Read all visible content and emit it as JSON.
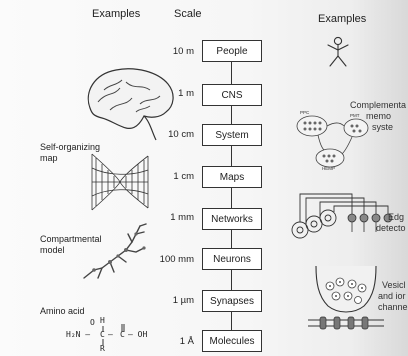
{
  "headers": {
    "left": "Examples",
    "scale": "Scale",
    "right": "Examples"
  },
  "levels": [
    {
      "scale": "10 m",
      "name": "People"
    },
    {
      "scale": "1 m",
      "name": "CNS"
    },
    {
      "scale": "10 cm",
      "name": "System"
    },
    {
      "scale": "1 cm",
      "name": "Maps"
    },
    {
      "scale": "1 mm",
      "name": "Networks"
    },
    {
      "scale": "100 mm",
      "name": "Neurons"
    },
    {
      "scale": "1 µm",
      "name": "Synapses"
    },
    {
      "scale": "1 Å",
      "name": "Molecules"
    }
  ],
  "left_examples": {
    "som_line1": "Self-organizing",
    "som_line2": "map",
    "comp_line1": "Compartmental",
    "comp_line2": "model",
    "amino": "Amino acid",
    "chem_h2n": "H₂N —",
    "chem_c1": "C",
    "chem_dash": "—",
    "chem_c2": "C",
    "chem_oh": "— OH",
    "chem_h": "H",
    "chem_r": "R",
    "chem_o": "O"
  },
  "right_examples": {
    "mem_line1": "Complementa",
    "mem_line2": "memo",
    "mem_line3": "syste",
    "edge_line1": "Edg",
    "edge_line2": "detecto",
    "ves_line1": "Vesicl",
    "ves_line2": "and ior",
    "ves_line3": "channe",
    "mini_ppc": "PPC",
    "mini_pmt": "PMT",
    "mini_hemp": "HEMP"
  }
}
